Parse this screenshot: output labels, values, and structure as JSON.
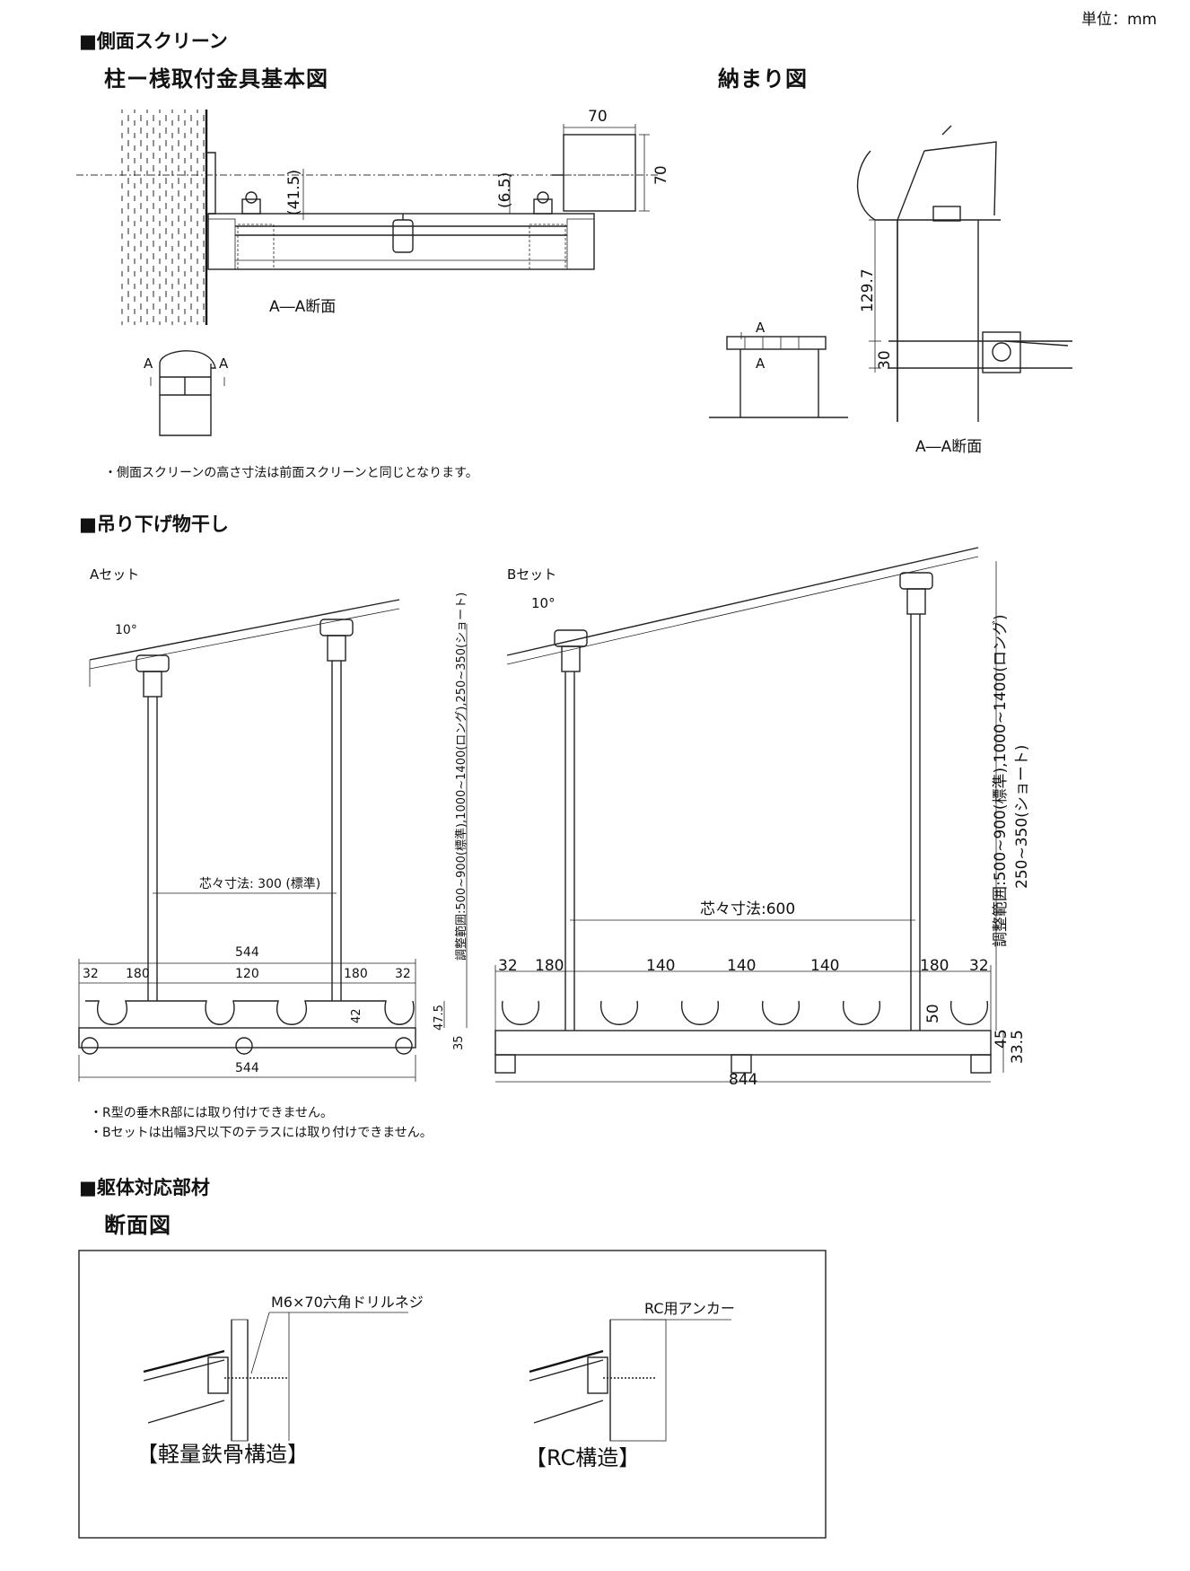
{
  "unit_label": "単位：mm",
  "sections": {
    "side_screen": "■側面スクリーン",
    "hanging_dryer": "■吊り下げ物干し",
    "frame_parts": "■躯体対応部材"
  },
  "side_screen": {
    "basic_diagram_title": "柱ー桟取付金具基本図",
    "fit_diagram_title": "納まり図",
    "section_label_left": "A―A断面",
    "section_label_right": "A―A断面",
    "dim_70_top": "70",
    "dim_70_side": "70",
    "dim_41_5": "(41.5)",
    "dim_6_5": "(6.5)",
    "dim_129_7": "129.7",
    "dim_30": "30",
    "mark_a": "A",
    "note": "・側面スクリーンの高さ寸法は前面スクリーンと同じとなります。"
  },
  "hanging_dryer": {
    "set_a_label": "Aセット",
    "set_b_label": "Bセット",
    "angle_a": "10°",
    "angle_b": "10°",
    "a_center_distance": "芯々寸法: 300 (標準)",
    "a_range": "調整範囲:500~900(標準),1000~1400(ロング),250~350(ショート)",
    "a_dims": [
      "32",
      "180",
      "120",
      "180",
      "32"
    ],
    "a_overall_top": "544",
    "a_overall_bottom": "544",
    "a_dim_42": "42",
    "a_dim_47_5": "47.5",
    "a_dim_35": "35",
    "b_center_distance": "芯々寸法:600",
    "b_range_line1": "調整範囲:500~900(標準),1000~1400(ロング)",
    "b_range_line2": "250~350(ショート)",
    "b_dims": [
      "32",
      "180",
      "140",
      "140",
      "140",
      "180",
      "32"
    ],
    "b_overall": "844",
    "b_dim_50": "50",
    "b_dim_45": "45",
    "b_dim_33_5": "33.5",
    "notes": [
      "・R型の垂木R部には取り付けできません。",
      "・Bセットは出幅3尺以下のテラスには取り付けできません。"
    ]
  },
  "frame_parts": {
    "cross_section_title": "断面図",
    "screw_label": "M6×70六角ドリルネジ",
    "anchor_label": "RC用アンカー",
    "steel_caption": "【軽量鉄骨構造】",
    "rc_caption": "【RC構造】"
  }
}
